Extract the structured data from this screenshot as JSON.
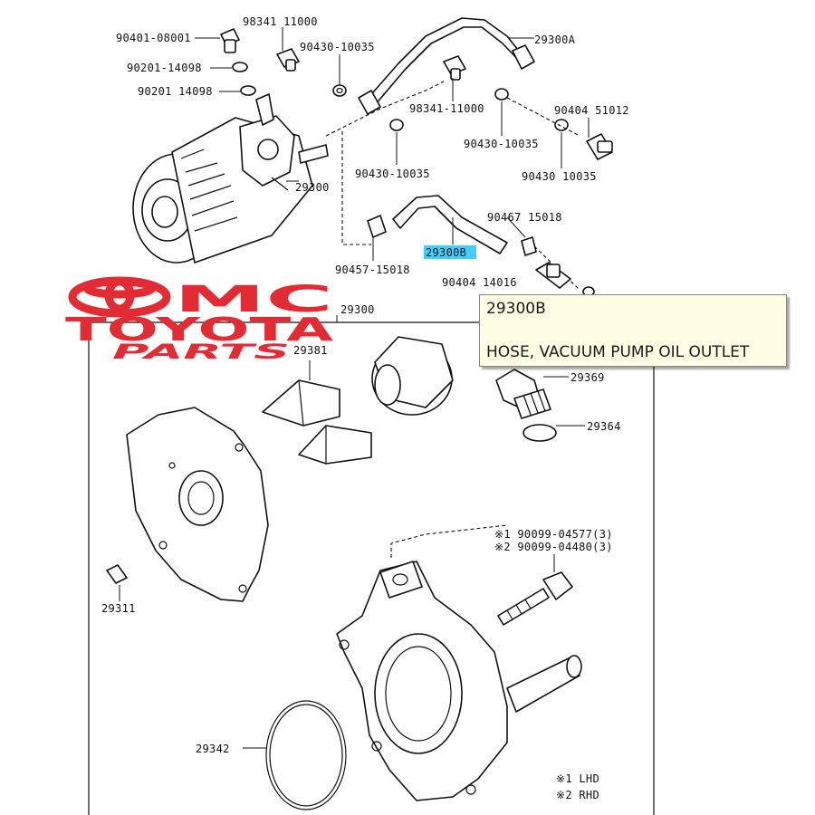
{
  "diagram": {
    "part_labels": {
      "p90401": "90401-08001",
      "p98341a": "98341 11000",
      "p90430a": "90430-10035",
      "p29300A": "29300A",
      "p90201a": "90201-14098",
      "p90201b": "90201 14098",
      "p98341b": "98341-11000",
      "p90404a": "90404 51012",
      "p90430b": "90430-10035",
      "p90430c": "90430-10035",
      "p90430d": "90430 10035",
      "p29300top": "29300",
      "p90467a": "90467 15018",
      "p29300B": "29300B",
      "p90467b": "90457-15018",
      "p90404b": "90404 14016",
      "p29300box": "29300",
      "p29381": "29381",
      "p29369": "29369",
      "p29364": "29364",
      "p29311": "29311",
      "p29342": "29342",
      "bolt1": "※1 90099-04577(3)",
      "bolt2": "※2 90099-04480(3)",
      "legend1": "※1  LHD",
      "legend2": "※2  RHD"
    },
    "highlighted_part": "29300B",
    "highlight_color": "#3fd0ff",
    "line_color": "#111111"
  },
  "watermark": {
    "line1": "MC",
    "line2": "TOYOTA",
    "line3": "PARTS",
    "color": "#e32b33"
  },
  "tooltip": {
    "code": "29300B",
    "description": "HOSE, VACUUM PUMP OIL OUTLET"
  }
}
